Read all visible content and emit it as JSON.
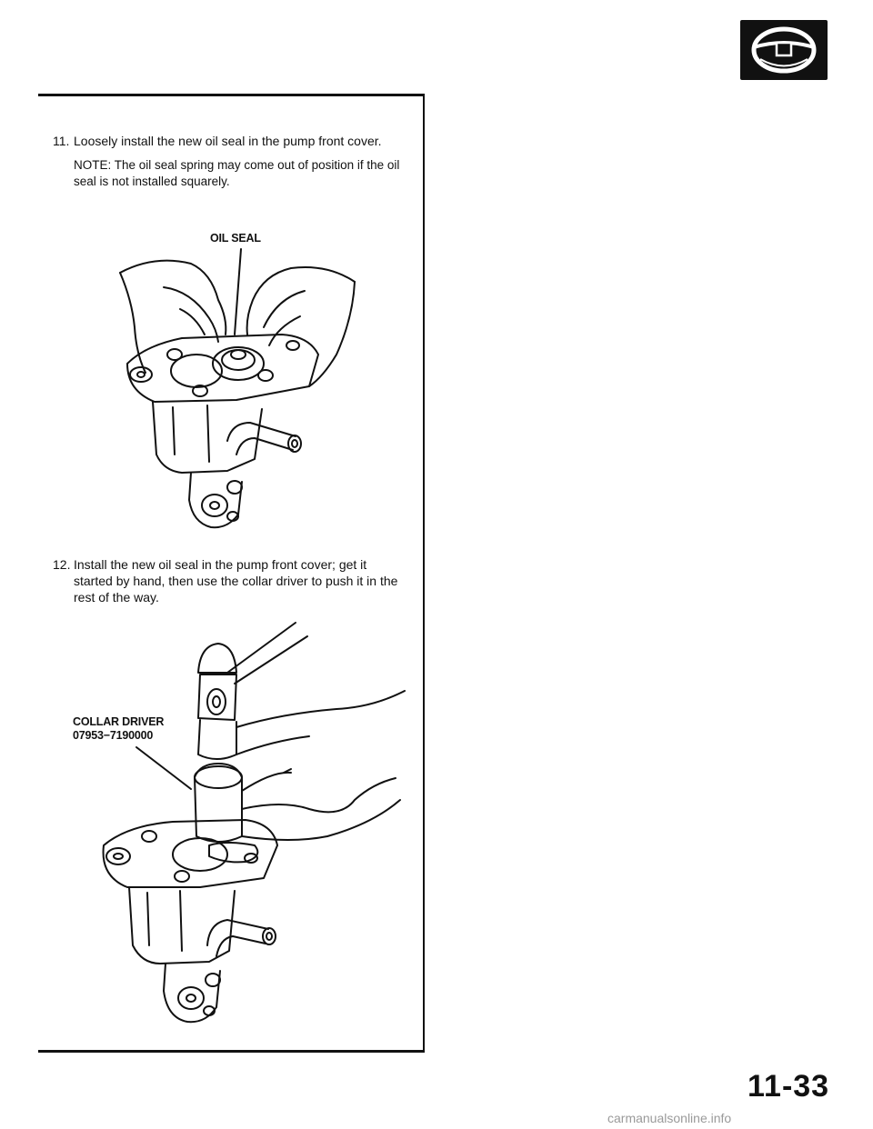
{
  "section_icon": "steering-wheel-icon",
  "steps": [
    {
      "number": "11.",
      "text": "Loosely install the new oil seal in the pump front cover.",
      "note": "NOTE: The oil seal spring may come out of position if the oil seal is not installed squarely."
    },
    {
      "number": "12.",
      "text": "Install the new oil seal in the pump front cover; get it started by hand, then use the collar driver to push it in the rest of the way."
    }
  ],
  "figures": [
    {
      "callout": "OIL SEAL"
    },
    {
      "callout_line1": "COLLAR DRIVER",
      "callout_line2": "07953−7190000"
    }
  ],
  "page_number": "11-33",
  "watermark": "carmanualsonline.info"
}
